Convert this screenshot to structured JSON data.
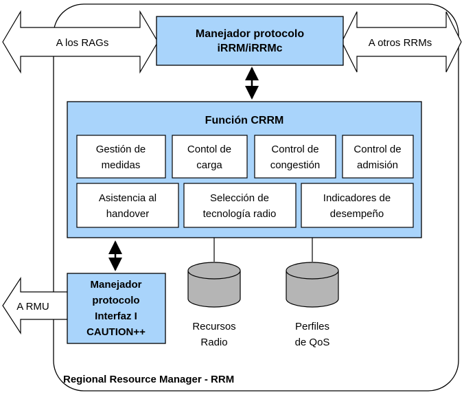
{
  "colors": {
    "box_fill": "#a9d4fb",
    "outline": "#000000",
    "background": "#ffffff",
    "cylinder_fill": "#b5b5b5"
  },
  "top_protocol": {
    "line1": "Manejador protocolo",
    "line2": "iRRM/iRRMc"
  },
  "left_arrow_label": "A los RAGs",
  "right_arrow_label": "A otros RRMs",
  "rmu_arrow_label": "A RMU",
  "crrm": {
    "title": "Función CRRM",
    "row1": [
      {
        "line1": "Gestión de",
        "line2": "medidas"
      },
      {
        "line1": "Contol de",
        "line2": "carga"
      },
      {
        "line1": "Control de",
        "line2": "congestión"
      },
      {
        "line1": "Control de",
        "line2": "admisión"
      }
    ],
    "row2": [
      {
        "line1": "Asistencia al",
        "line2": "handover"
      },
      {
        "line1": "Selección de",
        "line2": "tecnología radio"
      },
      {
        "line1": "Indicadores de",
        "line2": "desempeño"
      }
    ]
  },
  "bottom_protocol": {
    "line1": "Manejador",
    "line2": "protocolo",
    "line3": "Interfaz I",
    "line4": "CAUTION++"
  },
  "databases": [
    {
      "line1": "Recursos",
      "line2": "Radio",
      "icon": "database-icon"
    },
    {
      "line1": "Perfiles",
      "line2": "de QoS",
      "icon": "database-icon"
    }
  ],
  "footer_label": "Regional Resource Manager - RRM"
}
